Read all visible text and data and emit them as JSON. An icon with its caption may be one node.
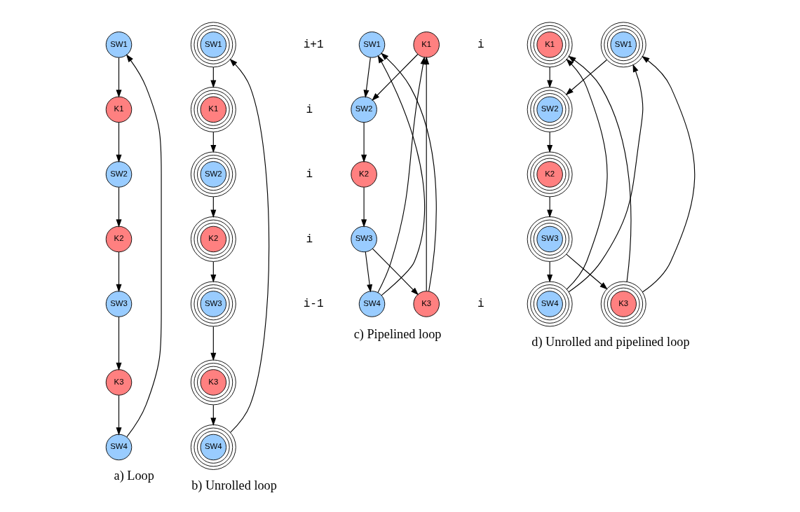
{
  "diagram": {
    "nodes": [
      {
        "text": [
          "SW1"
        ]
      },
      {
        "text": [
          "K1"
        ]
      },
      {
        "text": [
          "SW2"
        ]
      },
      {
        "text": [
          "K2"
        ]
      },
      {
        "text": [
          "SW3"
        ]
      },
      {
        "text": [
          "K3"
        ]
      },
      {
        "text": [
          "SW4"
        ]
      },
      {
        "text": [
          "SW1"
        ]
      },
      {
        "text": [
          "K1"
        ]
      },
      {
        "text": [
          "SW2"
        ]
      },
      {
        "text": [
          "K2"
        ]
      },
      {
        "text": [
          "SW3"
        ]
      },
      {
        "text": [
          "K3"
        ]
      },
      {
        "text": [
          "SW4"
        ]
      },
      {
        "text": [
          "SW1"
        ]
      },
      {
        "text": [
          "K1"
        ]
      },
      {
        "text": [
          "SW2"
        ]
      },
      {
        "text": [
          "K2"
        ]
      },
      {
        "text": [
          "SW3"
        ]
      },
      {
        "text": [
          "SW4"
        ]
      },
      {
        "text": [
          "K3"
        ]
      },
      {
        "text": [
          "SW1"
        ]
      },
      {
        "text": [
          "K1"
        ]
      },
      {
        "text": [
          "SW2"
        ]
      },
      {
        "text": [
          "K2"
        ]
      },
      {
        "text": [
          "SW3"
        ]
      },
      {
        "text": [
          "SW4"
        ]
      },
      {
        "text": [
          "K3"
        ]
      }
    ],
    "edges": [
      {
        "from": 0,
        "to": 1,
        "arrow": "to"
      },
      {
        "from": 1,
        "to": 2,
        "arrow": "to"
      },
      {
        "from": 2,
        "to": 3,
        "arrow": "to"
      },
      {
        "from": 3,
        "to": 4,
        "arrow": "to"
      },
      {
        "from": 4,
        "to": 5,
        "arrow": "to"
      },
      {
        "from": 5,
        "to": 6,
        "arrow": "to"
      },
      {
        "from": 6,
        "to": 0,
        "arrow": "to"
      },
      {
        "from": 7,
        "to": 8,
        "arrow": "to"
      },
      {
        "from": 8,
        "to": 9,
        "arrow": "to"
      },
      {
        "from": 9,
        "to": 10,
        "arrow": "to"
      },
      {
        "from": 10,
        "to": 11,
        "arrow": "to"
      },
      {
        "from": 11,
        "to": 12,
        "arrow": "to"
      },
      {
        "from": 12,
        "to": 13,
        "arrow": "to"
      },
      {
        "from": 13,
        "to": 7,
        "arrow": "to"
      },
      {
        "from": 19,
        "to": 14,
        "arrow": "to"
      },
      {
        "from": 19,
        "to": 15,
        "arrow": "to"
      },
      {
        "from": 20,
        "to": 14,
        "arrow": "to"
      },
      {
        "from": 20,
        "to": 15,
        "arrow": "to"
      },
      {
        "from": 14,
        "to": 16,
        "arrow": "to"
      },
      {
        "from": 15,
        "to": 16,
        "arrow": "to"
      },
      {
        "from": 16,
        "to": 17,
        "arrow": "to"
      },
      {
        "from": 17,
        "to": 18,
        "arrow": "to"
      },
      {
        "from": 18,
        "to": 19,
        "arrow": "to"
      },
      {
        "from": 18,
        "to": 20,
        "arrow": "to"
      },
      {
        "from": 26,
        "to": 21,
        "arrow": "to"
      },
      {
        "from": 26,
        "to": 22,
        "arrow": "to"
      },
      {
        "from": 27,
        "to": 21,
        "arrow": "to"
      },
      {
        "from": 27,
        "to": 22,
        "arrow": "to"
      },
      {
        "from": 21,
        "to": 23,
        "arrow": "to"
      },
      {
        "from": 22,
        "to": 23,
        "arrow": "to"
      },
      {
        "from": 23,
        "to": 24,
        "arrow": "to"
      },
      {
        "from": 24,
        "to": 25,
        "arrow": "to"
      },
      {
        "from": 25,
        "to": 26,
        "arrow": "to"
      },
      {
        "from": 25,
        "to": 27,
        "arrow": "to"
      }
    ],
    "labels": [
      "i+1",
      "i",
      "i",
      "i",
      "i",
      "i-1",
      "i",
      "a) Loop",
      "b) Unrolled loop",
      "c) Pipelined loop",
      "d) Unrolled and pipelined loop"
    ]
  }
}
